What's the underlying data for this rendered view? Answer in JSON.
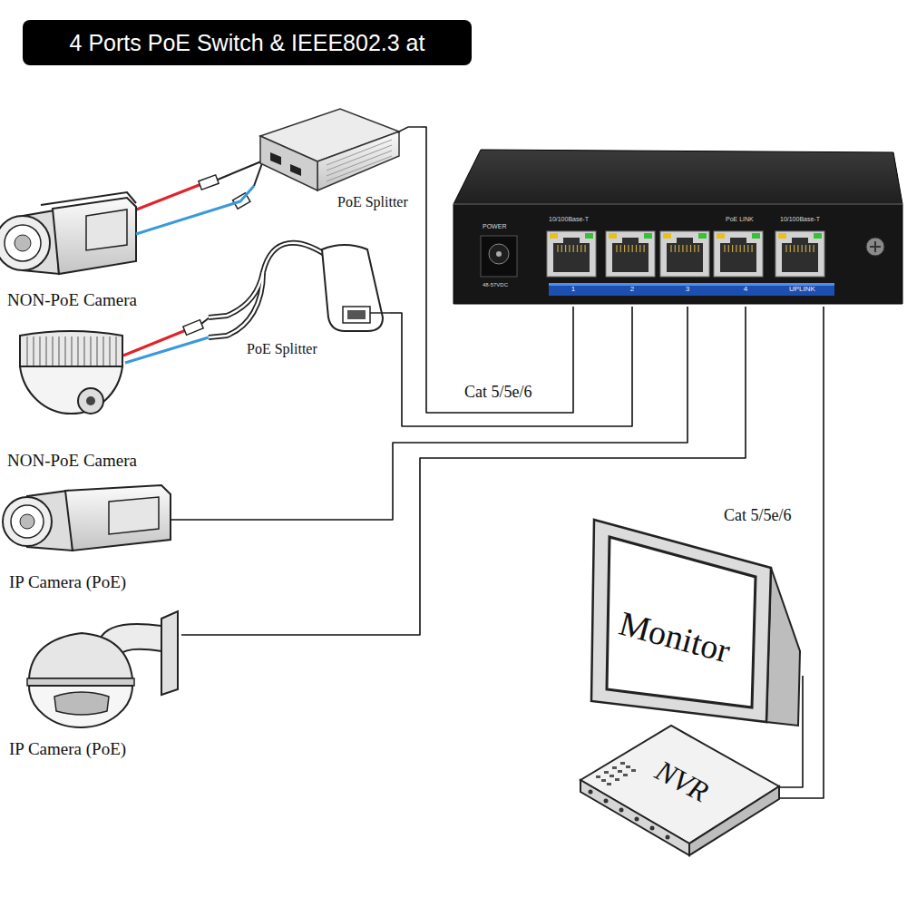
{
  "diagram": {
    "title": "4 Ports PoE Switch & IEEE802.3 at",
    "nodes": [
      {
        "text": [
          "PoE Splitter"
        ]
      },
      {
        "text": [
          "10/100Base-T",
          "PoE LINK",
          "10/100Base-T",
          "POWER",
          "1",
          "2",
          "3",
          "4",
          "UPLINK",
          "48-57VDC"
        ]
      },
      {
        "text": [
          "NON-PoE Camera"
        ]
      },
      {
        "text": [
          "PoE Splitter"
        ]
      },
      {
        "text": [
          "NON-PoE Camera"
        ]
      },
      {
        "text": [
          "IP Camera (PoE)"
        ]
      },
      {
        "text": [
          "IP Camera (PoE)"
        ]
      },
      {
        "text": [
          "Monitor"
        ]
      },
      {
        "text": [
          "NVR"
        ]
      }
    ],
    "edges": [
      {
        "from": 1,
        "to": 0,
        "arrow": "none",
        "label": "Cat 5/5e/6"
      },
      {
        "from": 1,
        "to": 3,
        "arrow": "none"
      },
      {
        "from": 1,
        "to": 5,
        "arrow": "none"
      },
      {
        "from": 1,
        "to": 6,
        "arrow": "none"
      },
      {
        "from": 1,
        "to": 8,
        "arrow": "none",
        "label": "Cat 5/5e/6"
      },
      {
        "from": 0,
        "to": 2,
        "arrow": "none"
      },
      {
        "from": 3,
        "to": 4,
        "arrow": "none"
      },
      {
        "from": 7,
        "to": 8,
        "arrow": "none"
      }
    ]
  }
}
